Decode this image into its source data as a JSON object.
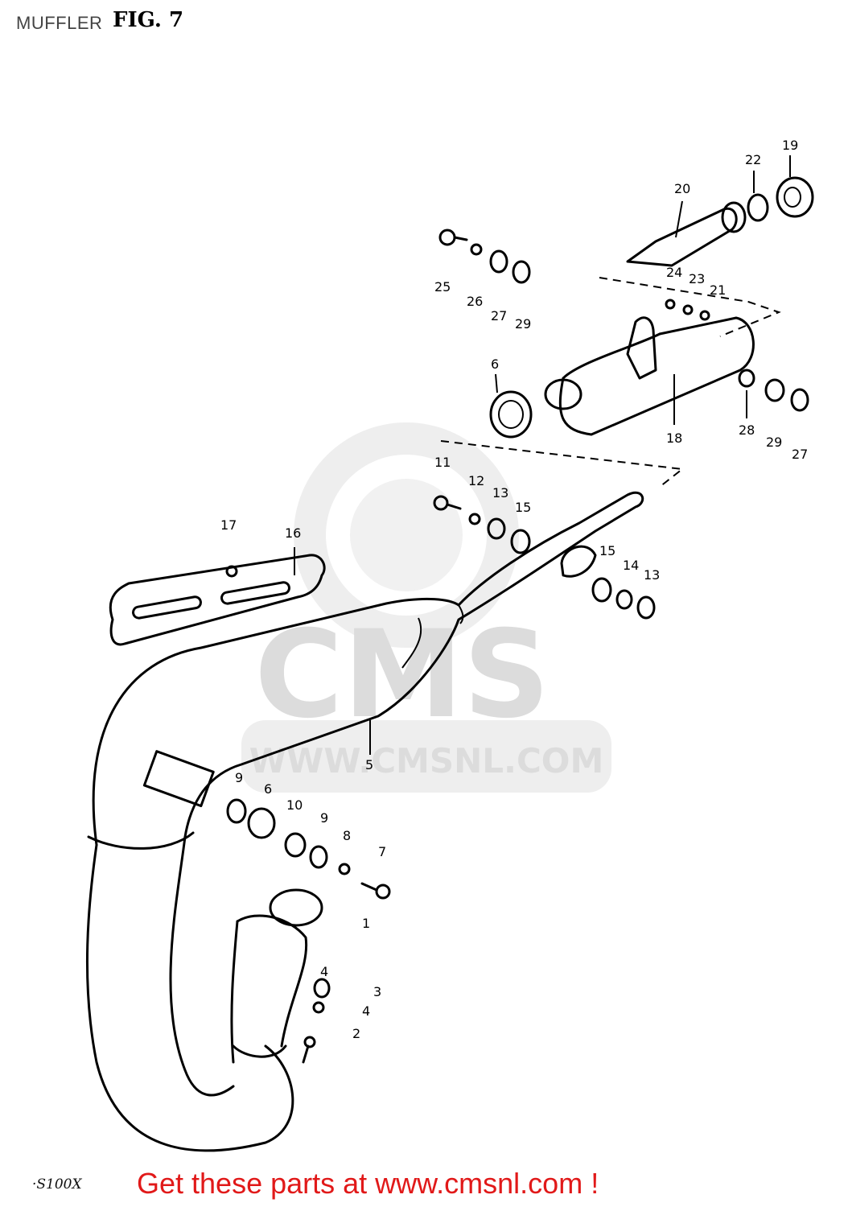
{
  "title": "MUFFLER",
  "figure": "FIG. 7",
  "watermark": {
    "brand": "CMS",
    "site": "WWW.CMSNL.COM"
  },
  "footer": {
    "model_code": "·S100X",
    "cta": "Get these parts at www.cmsnl.com !"
  },
  "callouts": [
    "19",
    "22",
    "20",
    "25",
    "26",
    "27",
    "29",
    "24",
    "23",
    "21",
    "6",
    "18",
    "28",
    "29",
    "27",
    "11",
    "12",
    "13",
    "15",
    "17",
    "16",
    "15",
    "14",
    "13",
    "5",
    "9",
    "6",
    "10",
    "9",
    "8",
    "7",
    "1",
    "4",
    "3",
    "4",
    "2"
  ]
}
